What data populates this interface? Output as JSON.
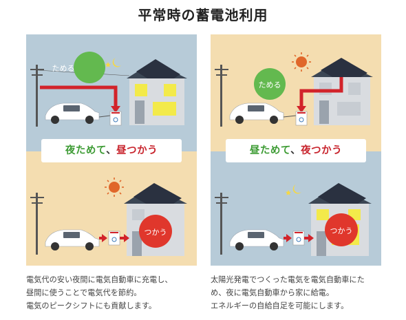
{
  "title": "平常時の蓄電池利用",
  "left_panel": {
    "top_bubble": "ためる",
    "bottom_bubble": "つかう",
    "banner": {
      "part1": "夜ためて",
      "comma": "、",
      "part2": "昼つかう"
    },
    "description": [
      "電気代の安い夜間に電気自動車に充電し、",
      "昼間に使うことで電気代を節約。",
      "電気のピークシフトにも貢献します。"
    ]
  },
  "right_panel": {
    "top_bubble": "ためる",
    "bottom_bubble": "つかう",
    "banner": {
      "part1": "昼ためて",
      "comma": "、",
      "part2": "夜つかう"
    },
    "description": [
      "太陽光発電でつくった電気を電気自動車にた",
      "め、夜に電気自動車から家に給電。",
      "エネルギーの自給自足を可能にします。"
    ]
  },
  "colors": {
    "night_sky": "#b7cbd8",
    "day_sky": "#f4ddb0",
    "green_bubble": "#63b94f",
    "red_bubble": "#e0372c",
    "arrow_red": "#d2232a",
    "banner_green": "#3e9c35",
    "banner_red": "#c8242d",
    "sun": "#e0672a",
    "moon": "#f5d846",
    "window_light": "#f3ea4a"
  }
}
